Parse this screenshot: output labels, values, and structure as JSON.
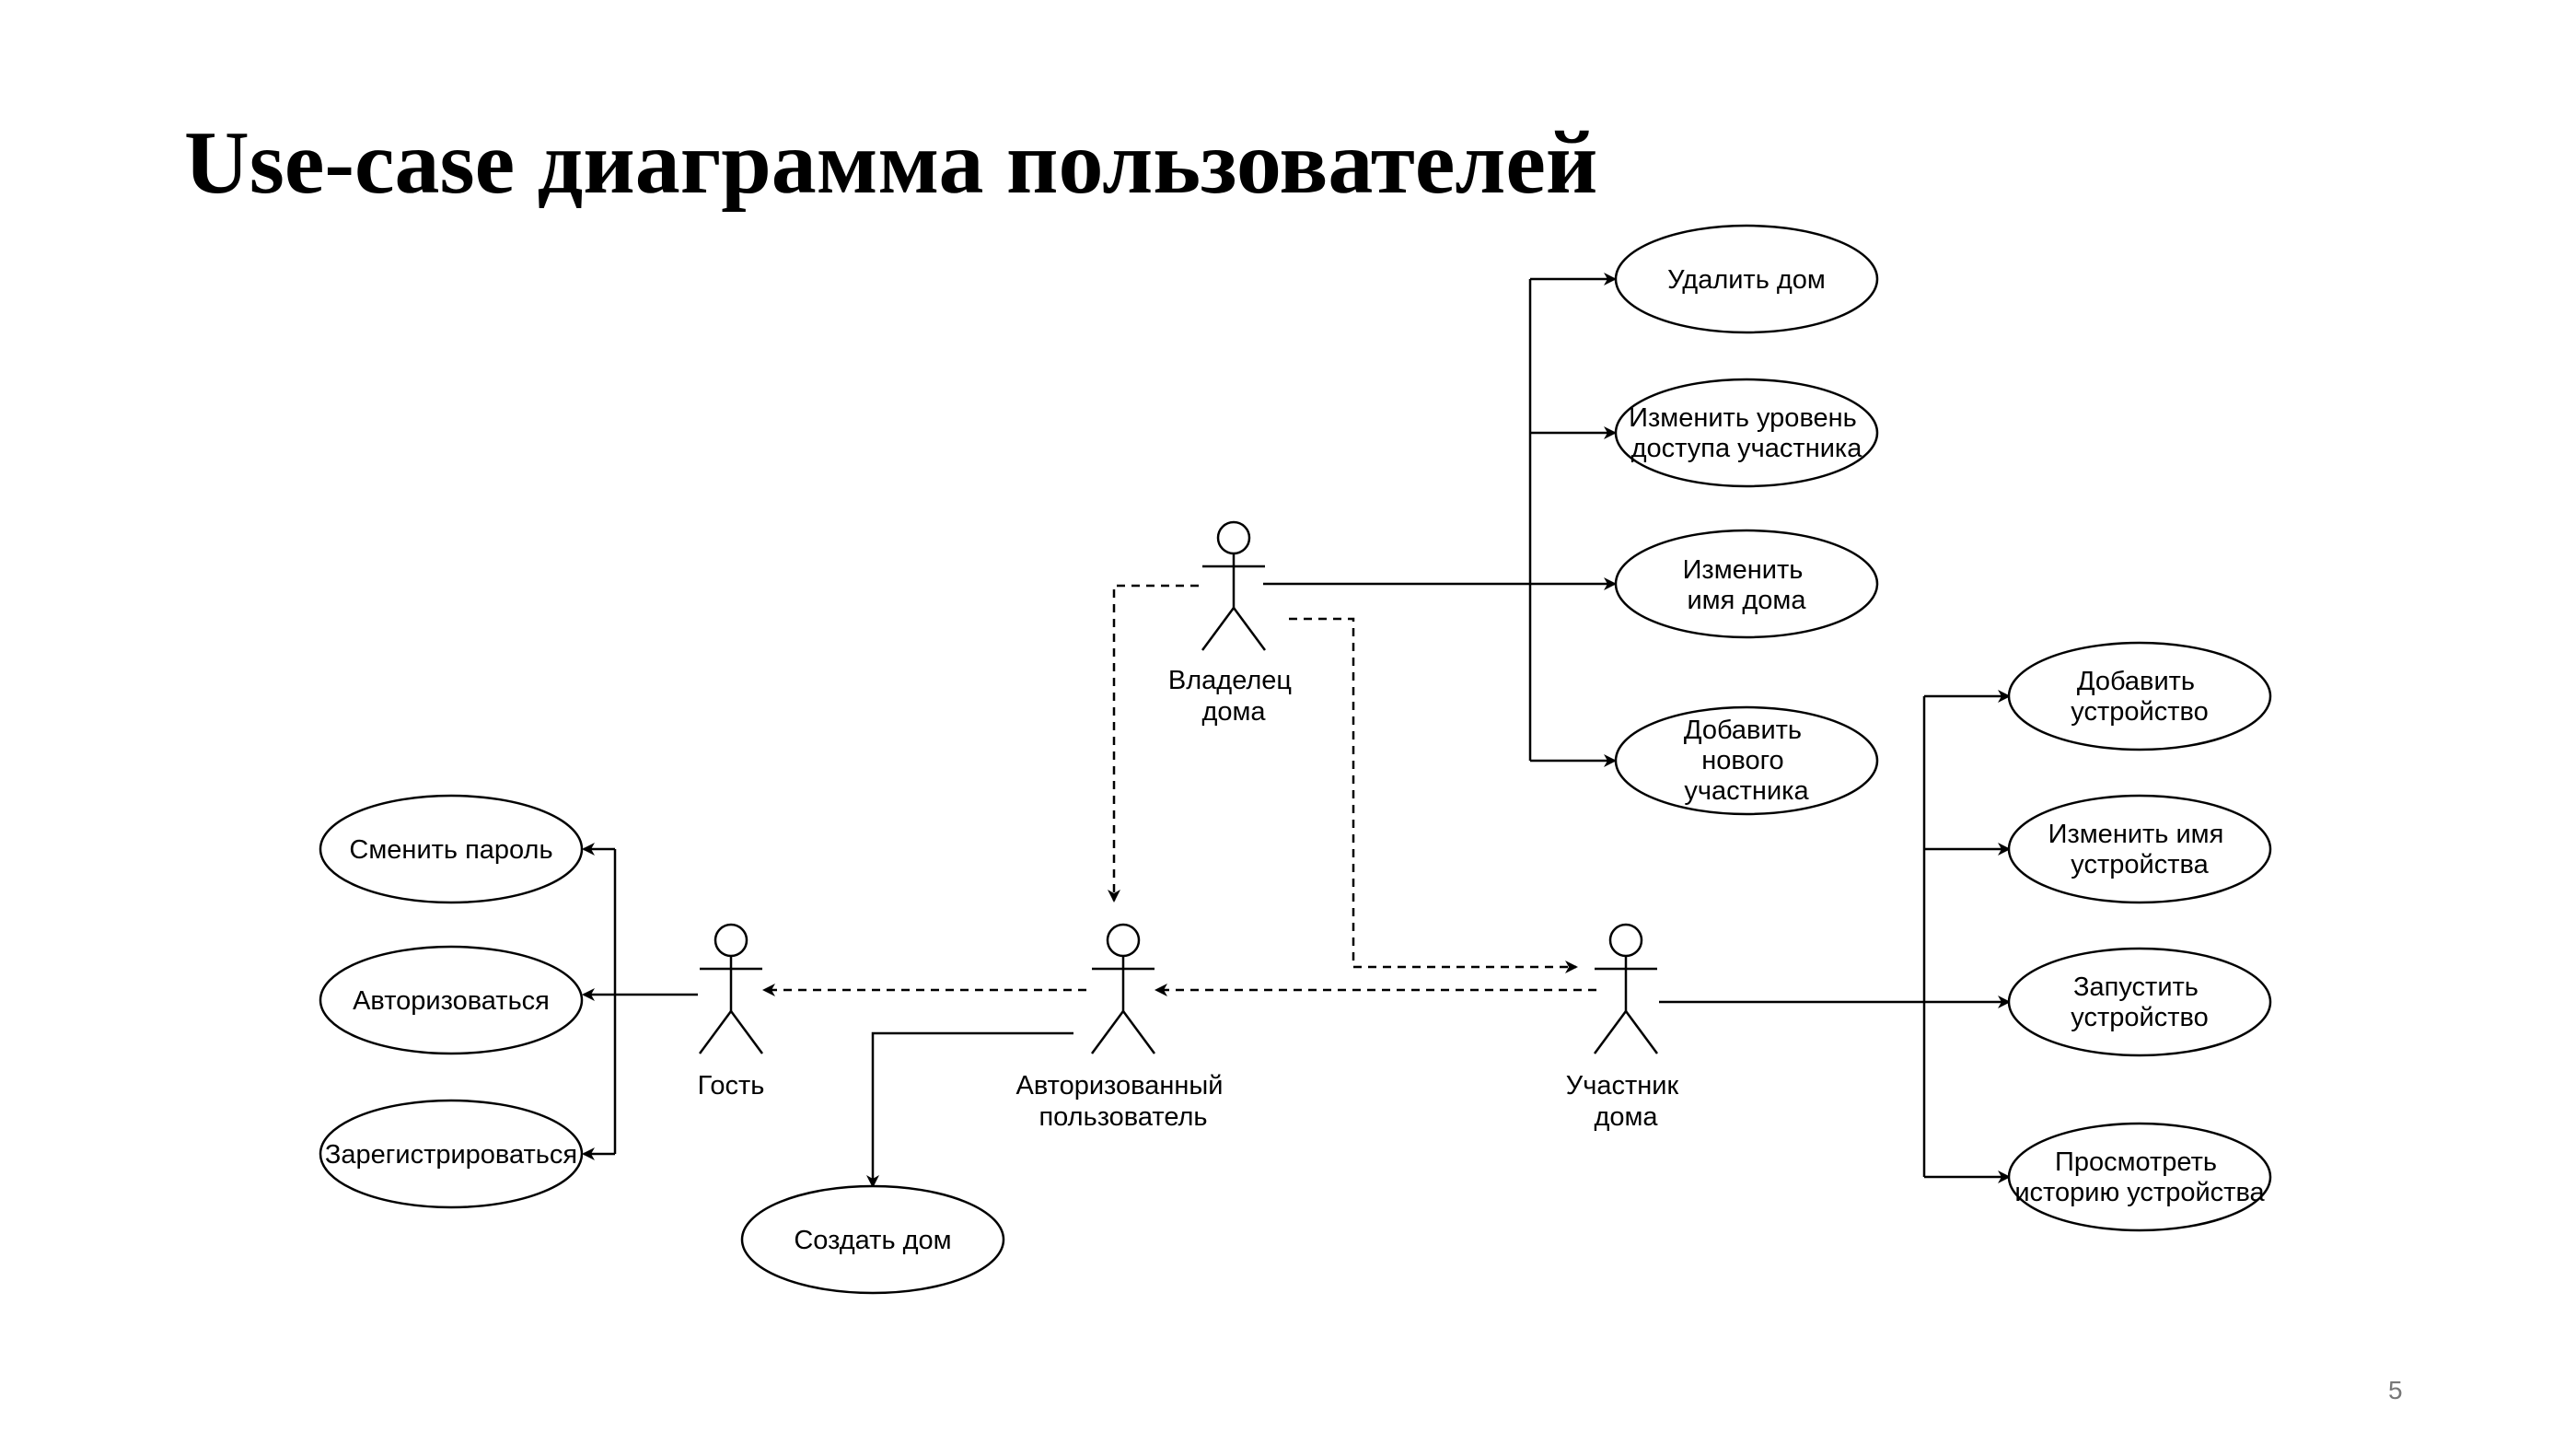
{
  "title": "Use-case диаграмма пользователей",
  "slide_number": "5",
  "actors": {
    "owner": [
      "Владелец",
      "дома"
    ],
    "guest": [
      "Гость"
    ],
    "authorized": [
      "Авторизованный",
      "пользователь"
    ],
    "member": [
      "Участник",
      "дома"
    ]
  },
  "use_cases": {
    "delete_home": [
      "Удалить дом"
    ],
    "change_access": [
      "Изменить уровень",
      "доступа участника"
    ],
    "rename_home": [
      "Изменить",
      "имя дома"
    ],
    "add_member": [
      "Добавить",
      "нового",
      "участника"
    ],
    "add_device": [
      "Добавить",
      "устройство"
    ],
    "rename_device": [
      "Изменить имя",
      "устройства"
    ],
    "run_device": [
      "Запустить",
      "устройство"
    ],
    "device_history": [
      "Просмотреть",
      "историю устройства"
    ],
    "change_password": [
      "Сменить пароль"
    ],
    "sign_in": [
      "Авторизоваться"
    ],
    "sign_up": [
      "Зарегистрироваться"
    ],
    "create_home": [
      "Создать дом"
    ]
  }
}
